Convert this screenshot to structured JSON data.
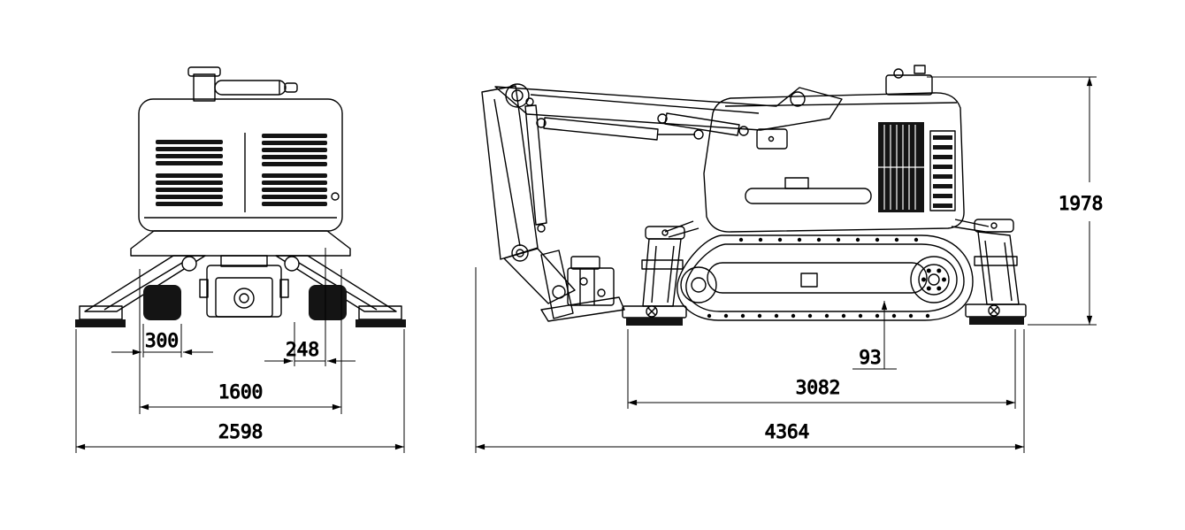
{
  "front_view": {
    "dims": {
      "track_width": "300",
      "center_offset": "248",
      "support_width": "1600",
      "overall_width": "2598"
    }
  },
  "side_view": {
    "dims": {
      "ground_clearance": "93",
      "support_length": "3082",
      "overall_length": "4364",
      "overall_height": "1978"
    }
  }
}
